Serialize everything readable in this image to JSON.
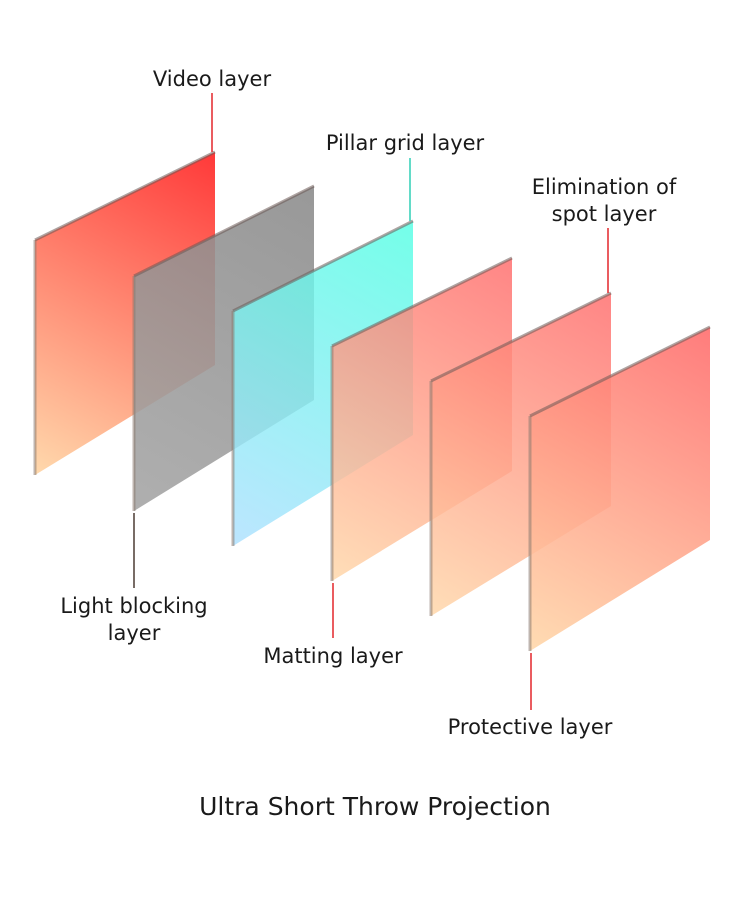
{
  "title": "Ultra Short Throw Projection",
  "layers": [
    {
      "name": "Video layer",
      "leader_color": "#e2262b",
      "fill_top": "#ff2e2e",
      "fill_bottom": "#ffd7a8"
    },
    {
      "name": "Light blocking layer",
      "leader_color": "#4a3a32",
      "fill_top": "#8a8a8a",
      "fill_bottom": "#a4a4a4"
    },
    {
      "name": "Pillar grid layer",
      "leader_color": "#2fcfb5",
      "fill_top": "#55ffe4",
      "fill_bottom": "#aee0ff"
    },
    {
      "name": "Matting layer",
      "leader_color": "#e2262b",
      "fill_top": "#ff6a6a",
      "fill_bottom": "#ffd7a8"
    },
    {
      "name": "Elimination of spot layer",
      "leader_color": "#e2262b",
      "fill_top": "#ff6a6a",
      "fill_bottom": "#ffd7a8"
    },
    {
      "name": "Protective layer",
      "leader_color": "#e2262b",
      "fill_top": "#ff6a6a",
      "fill_bottom": "#ffd7a8"
    }
  ],
  "label_lines": {
    "video": [
      "Video layer"
    ],
    "light_blocking": [
      "Light blocking",
      "layer"
    ],
    "pillar_grid": [
      "Pillar grid layer"
    ],
    "matting": [
      "Matting layer"
    ],
    "elimination": [
      "Elimination of",
      "spot layer"
    ],
    "protective": [
      "Protective layer"
    ]
  }
}
